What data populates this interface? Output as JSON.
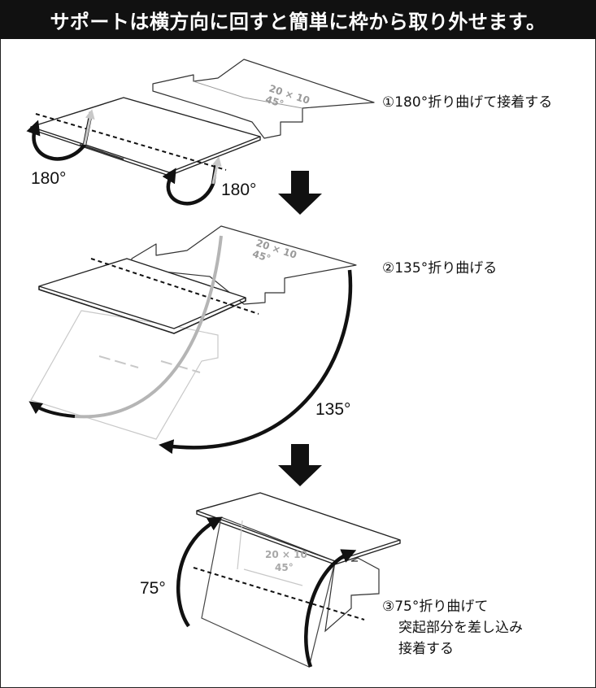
{
  "title": "サポートは横方向に回すと簡単に枠から取り外せます。",
  "panel_label_line1": "20 × 10",
  "panel_label_line2": "45°",
  "steps": [
    {
      "lines": [
        "①180°折り曲げて接着する"
      ],
      "angles": [
        "180°",
        "180°"
      ]
    },
    {
      "lines": [
        "②135°折り曲げる"
      ],
      "angles": [
        "135°"
      ]
    },
    {
      "lines": [
        "③75°折り曲げて",
        "突起部分を差し込み",
        "接着する"
      ],
      "angles": [
        "75°"
      ]
    }
  ],
  "colors": {
    "title_background": "#111111",
    "title_text": "#ffffff",
    "arrow": "#111111",
    "ghost": "#bbbbbb"
  }
}
